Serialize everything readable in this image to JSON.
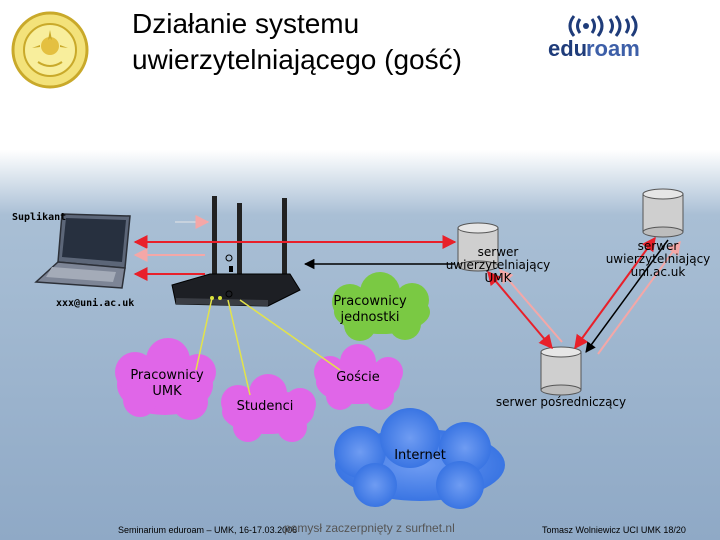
{
  "slide": {
    "title": "Działanie systemu uwierzytelniającego (gość)",
    "logo_text_edu": "edu",
    "logo_text_roam": "roam"
  },
  "diagram": {
    "suplikant_label": "Suplikant",
    "user_id": "xxx@uni.ac.uk",
    "server_umk": "serwer uwierzytelniający UMK",
    "server_uni": "serwer uwierzytelniający uni.ac.uk",
    "server_proxy": "serwer pośredniczący",
    "cloud_pracownicy_jednostki": "Pracownicy jednostki",
    "cloud_pracownicy_umk": "Pracownicy UMK",
    "cloud_goscie": "Goście",
    "cloud_studenci": "Studenci",
    "cloud_internet": "Internet"
  },
  "footer": {
    "left": "Seminarium eduroam – UMK, 16-17.03.2006",
    "center": "pomysł zaczerpnięty z surfnet.nl",
    "right": "Tomasz Wolniewicz UCI UMK  18/20"
  },
  "colors": {
    "red": "#e8202a",
    "pink": "#f4a7a7",
    "green_cloud": "#7ac943",
    "purple_cloud": "#e066e8",
    "blue_cloud": "#2f6de0",
    "eduroam_blue": "#1f3c7a"
  }
}
